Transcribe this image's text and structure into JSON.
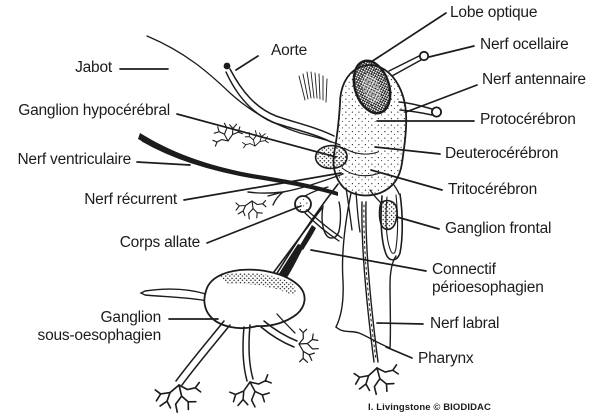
{
  "figure": {
    "credit": "I. Livingstone © BIODIDAC",
    "colors": {
      "ink": "#1c1c1c",
      "background": "#ffffff"
    }
  },
  "labels": [
    {
      "id": "lobe-optique",
      "text": "Lobe optique"
    },
    {
      "id": "nerf-ocellaire",
      "text": "Nerf ocellaire"
    },
    {
      "id": "nerf-antennaire",
      "text": "Nerf antennaire"
    },
    {
      "id": "protocerebron",
      "text": "Protocérébron"
    },
    {
      "id": "deuterocerebron",
      "text": "Deuterocérébron"
    },
    {
      "id": "tritocerebron",
      "text": "Tritocérébron"
    },
    {
      "id": "ganglion-frontal",
      "text": "Ganglion frontal"
    },
    {
      "id": "connectif-perioesophagien",
      "text": "Connectif\npérioesophagien"
    },
    {
      "id": "nerf-labral",
      "text": "Nerf labral"
    },
    {
      "id": "pharynx",
      "text": "Pharynx"
    },
    {
      "id": "jabot",
      "text": "Jabot"
    },
    {
      "id": "aorte",
      "text": "Aorte"
    },
    {
      "id": "ganglion-hypocerebral",
      "text": "Ganglion hypocérébral"
    },
    {
      "id": "nerf-ventriculaire",
      "text": "Nerf ventriculaire"
    },
    {
      "id": "nerf-recurrent",
      "text": "Nerf récurrent"
    },
    {
      "id": "corps-allate",
      "text": "Corps allate"
    },
    {
      "id": "ganglion-sous-oesophagien",
      "text": "Ganglion\nsous-oesophagien"
    }
  ]
}
